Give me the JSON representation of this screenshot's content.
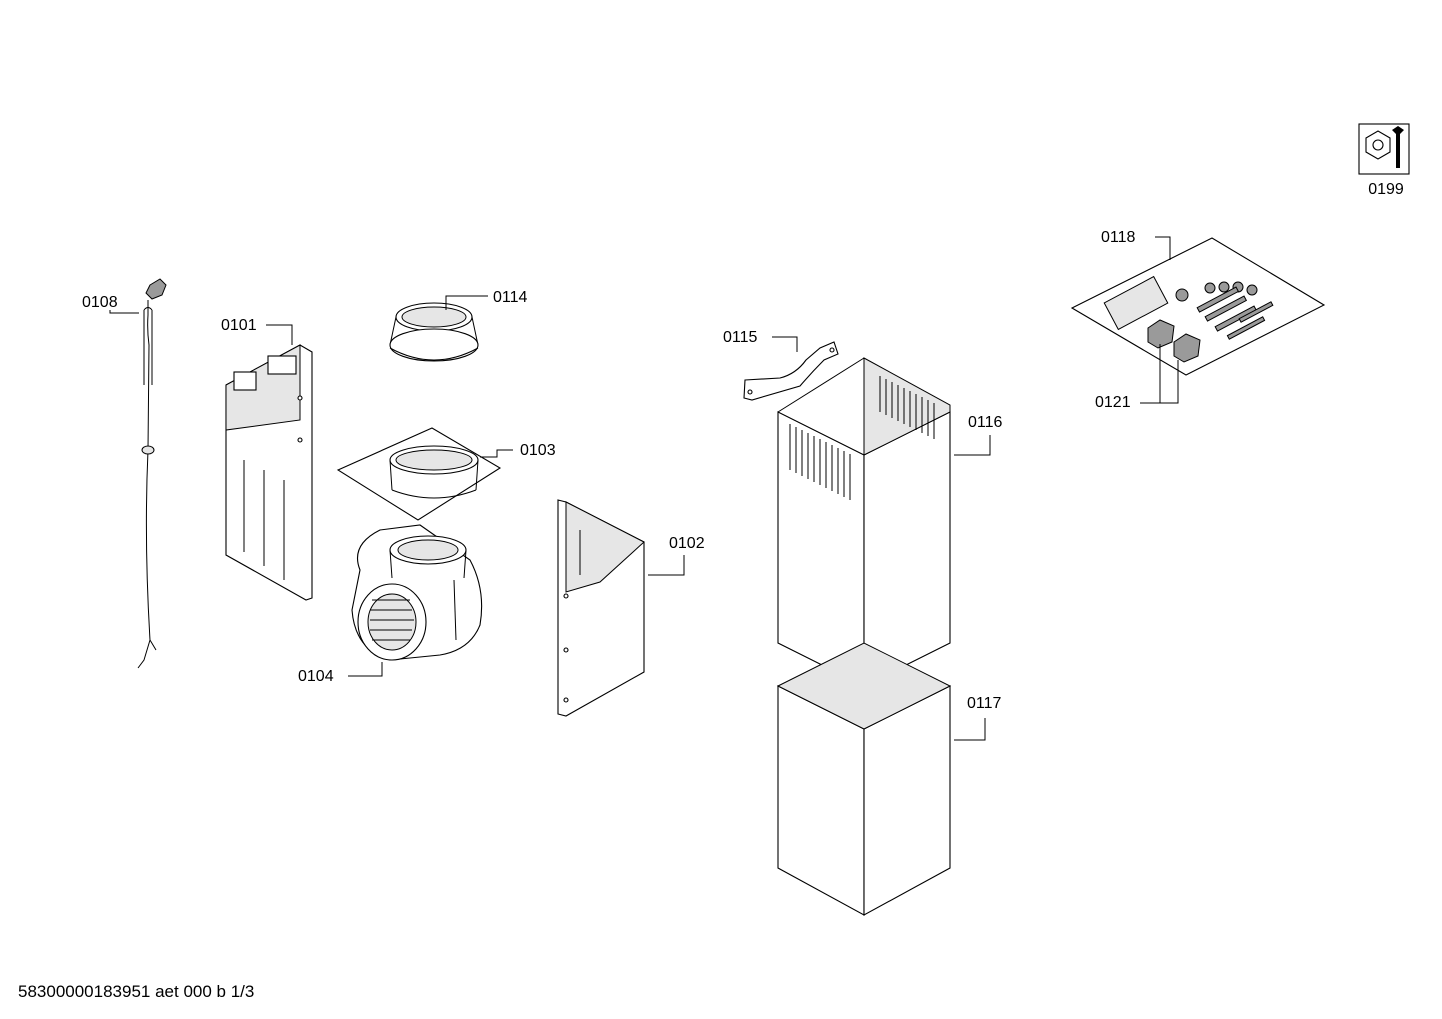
{
  "footer": {
    "doc_id": "58300000183951 aet 000 b 1/3"
  },
  "parts": [
    {
      "id": "p0101",
      "label": "0101"
    },
    {
      "id": "p0102",
      "label": "0102"
    },
    {
      "id": "p0103",
      "label": "0103"
    },
    {
      "id": "p0104",
      "label": "0104"
    },
    {
      "id": "p0108",
      "label": "0108"
    },
    {
      "id": "p0114",
      "label": "0114"
    },
    {
      "id": "p0115",
      "label": "0115"
    },
    {
      "id": "p0116",
      "label": "0116"
    },
    {
      "id": "p0117",
      "label": "0117"
    },
    {
      "id": "p0118",
      "label": "0118"
    },
    {
      "id": "p0121",
      "label": "0121"
    },
    {
      "id": "p0199",
      "label": "0199"
    }
  ],
  "icons": {
    "tool_kit": "wrench-nut-icon"
  }
}
